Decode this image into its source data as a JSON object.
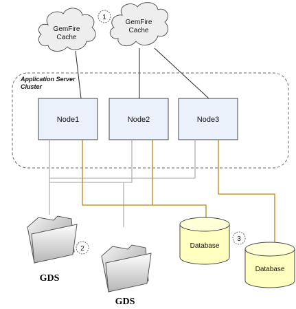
{
  "clouds": [
    {
      "line1": "GemFire",
      "line2": "Cache"
    },
    {
      "line1": "GemFire",
      "line2": "Cache"
    }
  ],
  "cluster": {
    "line1": "Application Server",
    "line2": "Cluster"
  },
  "nodes": [
    {
      "label": "Node1"
    },
    {
      "label": "Node2"
    },
    {
      "label": "Node3"
    }
  ],
  "databases": [
    {
      "label": "Database"
    },
    {
      "label": "Database"
    }
  ],
  "gds": [
    {
      "label": "GDS"
    },
    {
      "label": "GDS"
    }
  ],
  "callouts": [
    "1",
    "2",
    "3"
  ],
  "colors": {
    "gray_link": "#b0b0b0",
    "db_link": "#b8860b",
    "db_fill": "#ffffc0",
    "node_fill": "#eaf1fb",
    "cloud_fill": "#eeeeee"
  }
}
